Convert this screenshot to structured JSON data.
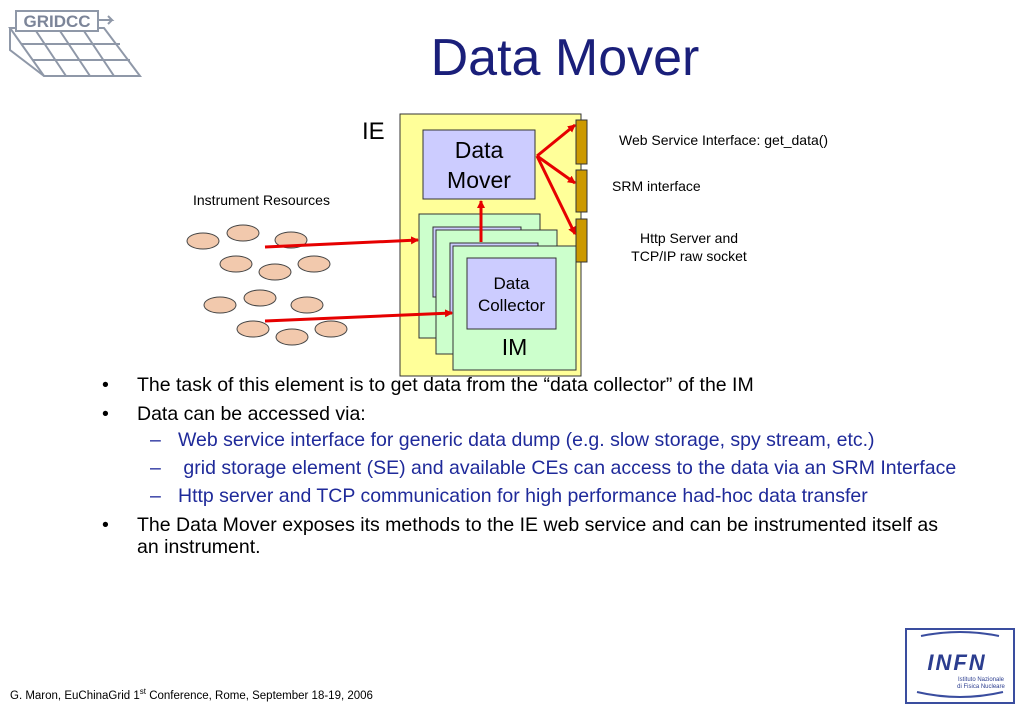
{
  "logo": {
    "text": "GRIDCC"
  },
  "title": "Data Mover",
  "diagram": {
    "ie_label": "IE",
    "data_mover_line1": "Data",
    "data_mover_line2": "Mover",
    "data_collector_line1": "Data",
    "data_collector_line2": "Collector",
    "im_label": "IM",
    "instrument_resources": "Instrument Resources",
    "web_service_label": "Web Service Interface: get_data()",
    "srm_label": "SRM interface",
    "http_label_line1": "Http Server and",
    "http_label_line2": "TCP/IP raw socket",
    "colors": {
      "ie_box": "#ffff99",
      "im_box": "#ccffcc",
      "data_mover_box": "#ccccff",
      "port": "#cc9900",
      "resource_ellipse": "#f2c9ad",
      "arrow": "#e60000"
    }
  },
  "bullets": [
    {
      "text": "The task of this element is to get data from the “data collector” of the IM",
      "sub": []
    },
    {
      "text": "Data can be accessed via:",
      "sub": [
        "Web service interface for generic data dump (e.g. slow storage, spy stream, etc.)",
        " grid storage element (SE) and available CEs can access to the data via an SRM Interface",
        "Http server and TCP communication for high performance had-hoc data transfer"
      ]
    },
    {
      "text": "The Data Mover exposes its methods to the IE web service and can be instrumented itself as an instrument.",
      "sub": []
    }
  ],
  "footer": {
    "prefix": "G. Maron, EuChinaGrid 1",
    "sup": "st",
    "suffix": " Conference, Rome, September 18-19, 2006"
  },
  "infn_logo": {
    "text": "INFN",
    "subtitle_line1": "Istituto Nazionale",
    "subtitle_line2": "di Fisica Nucleare"
  }
}
